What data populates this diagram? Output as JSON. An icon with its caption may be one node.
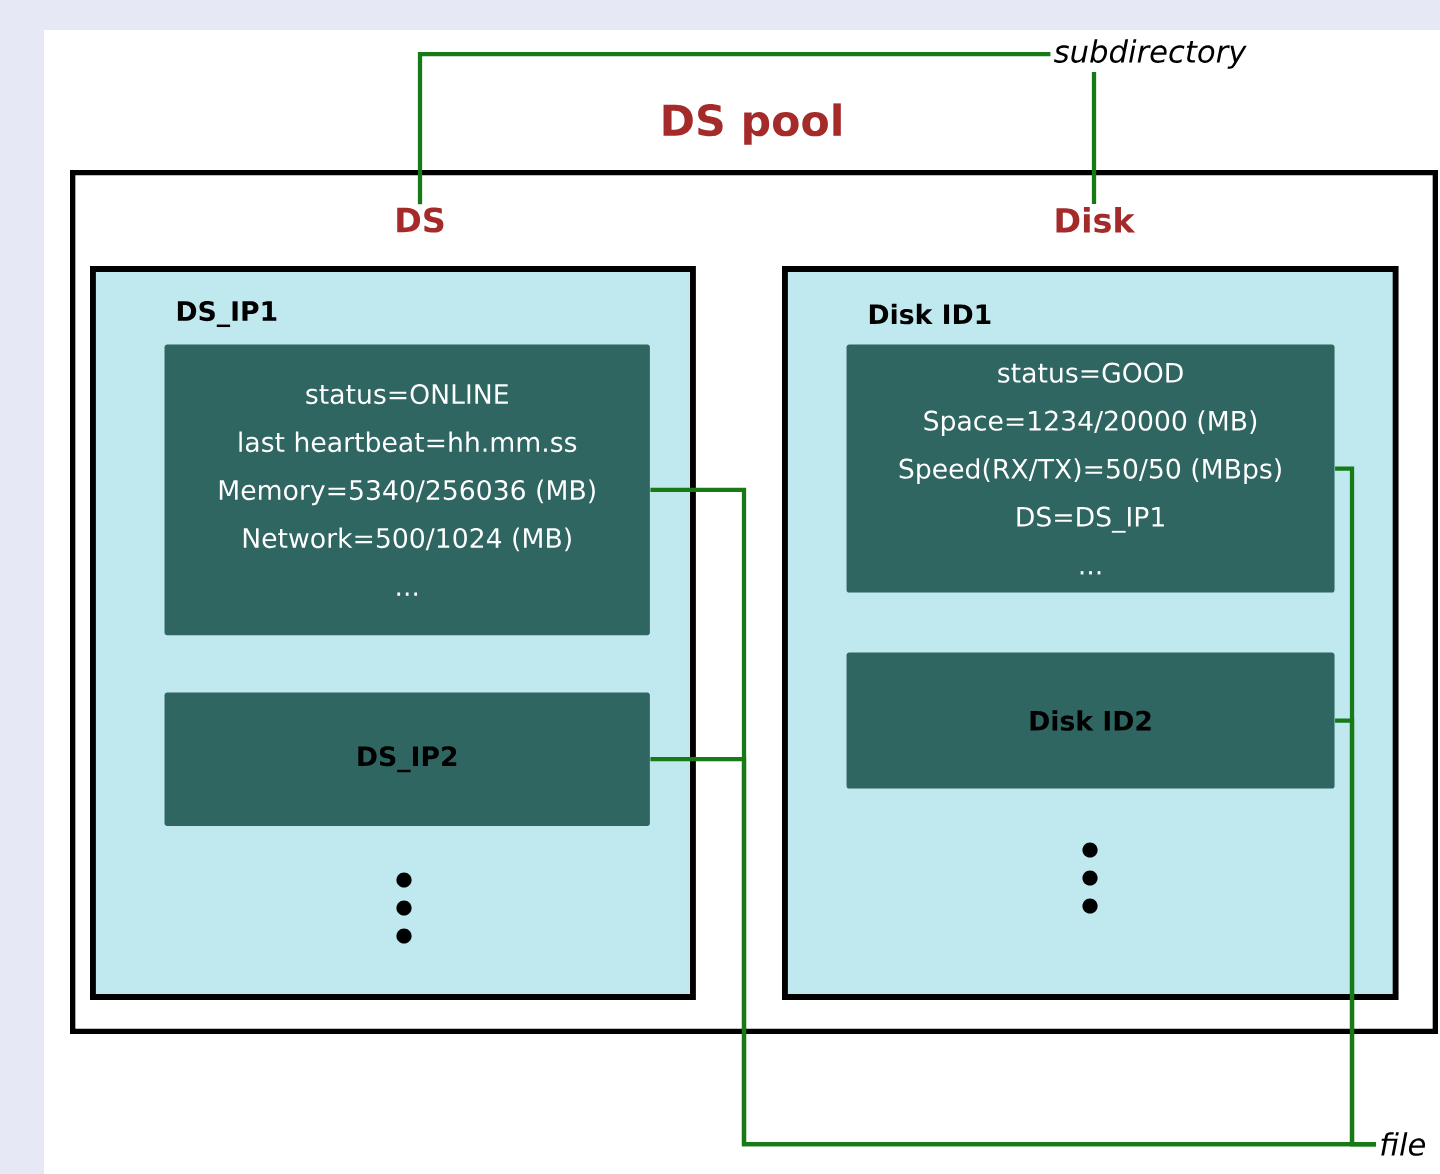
{
  "diagram": {
    "nodes": [
      {
        "text": [
          "DS pool"
        ]
      },
      {
        "text": [
          "subdirectory"
        ]
      },
      {
        "text": [
          "DS"
        ],
        "in": 0
      },
      {
        "text": [
          "Disk"
        ],
        "in": 0
      },
      {
        "text": [
          "DS_IP1"
        ],
        "in": 0
      },
      {
        "text": [
          "status=ONLINE",
          "last heartbeat=hh.mm.ss",
          "Memory=5340/256036 (MB)",
          "Network=500/1024 (MB)",
          "..."
        ],
        "in": 4
      },
      {
        "text": [
          "DS_IP2"
        ],
        "in": 4
      },
      {
        "text": [
          "Disk ID1"
        ],
        "in": 0
      },
      {
        "text": [
          "status=GOOD",
          "Space=1234/20000 (MB)",
          "Speed(RX/TX)=50/50 (MBps)",
          "DS=DS_IP1",
          "..."
        ],
        "in": 7
      },
      {
        "text": [
          "Disk ID2"
        ],
        "in": 7
      },
      {
        "text": [
          "file"
        ]
      }
    ],
    "edges": [
      {
        "from": 1,
        "to": 2,
        "arrow": "none"
      },
      {
        "from": 1,
        "to": 3,
        "arrow": "none"
      },
      {
        "from": 5,
        "to": 10,
        "arrow": "none"
      },
      {
        "from": 6,
        "to": 10,
        "arrow": "none"
      },
      {
        "from": 8,
        "to": 10,
        "arrow": "none"
      },
      {
        "from": 9,
        "to": 10,
        "arrow": "none"
      }
    ]
  }
}
